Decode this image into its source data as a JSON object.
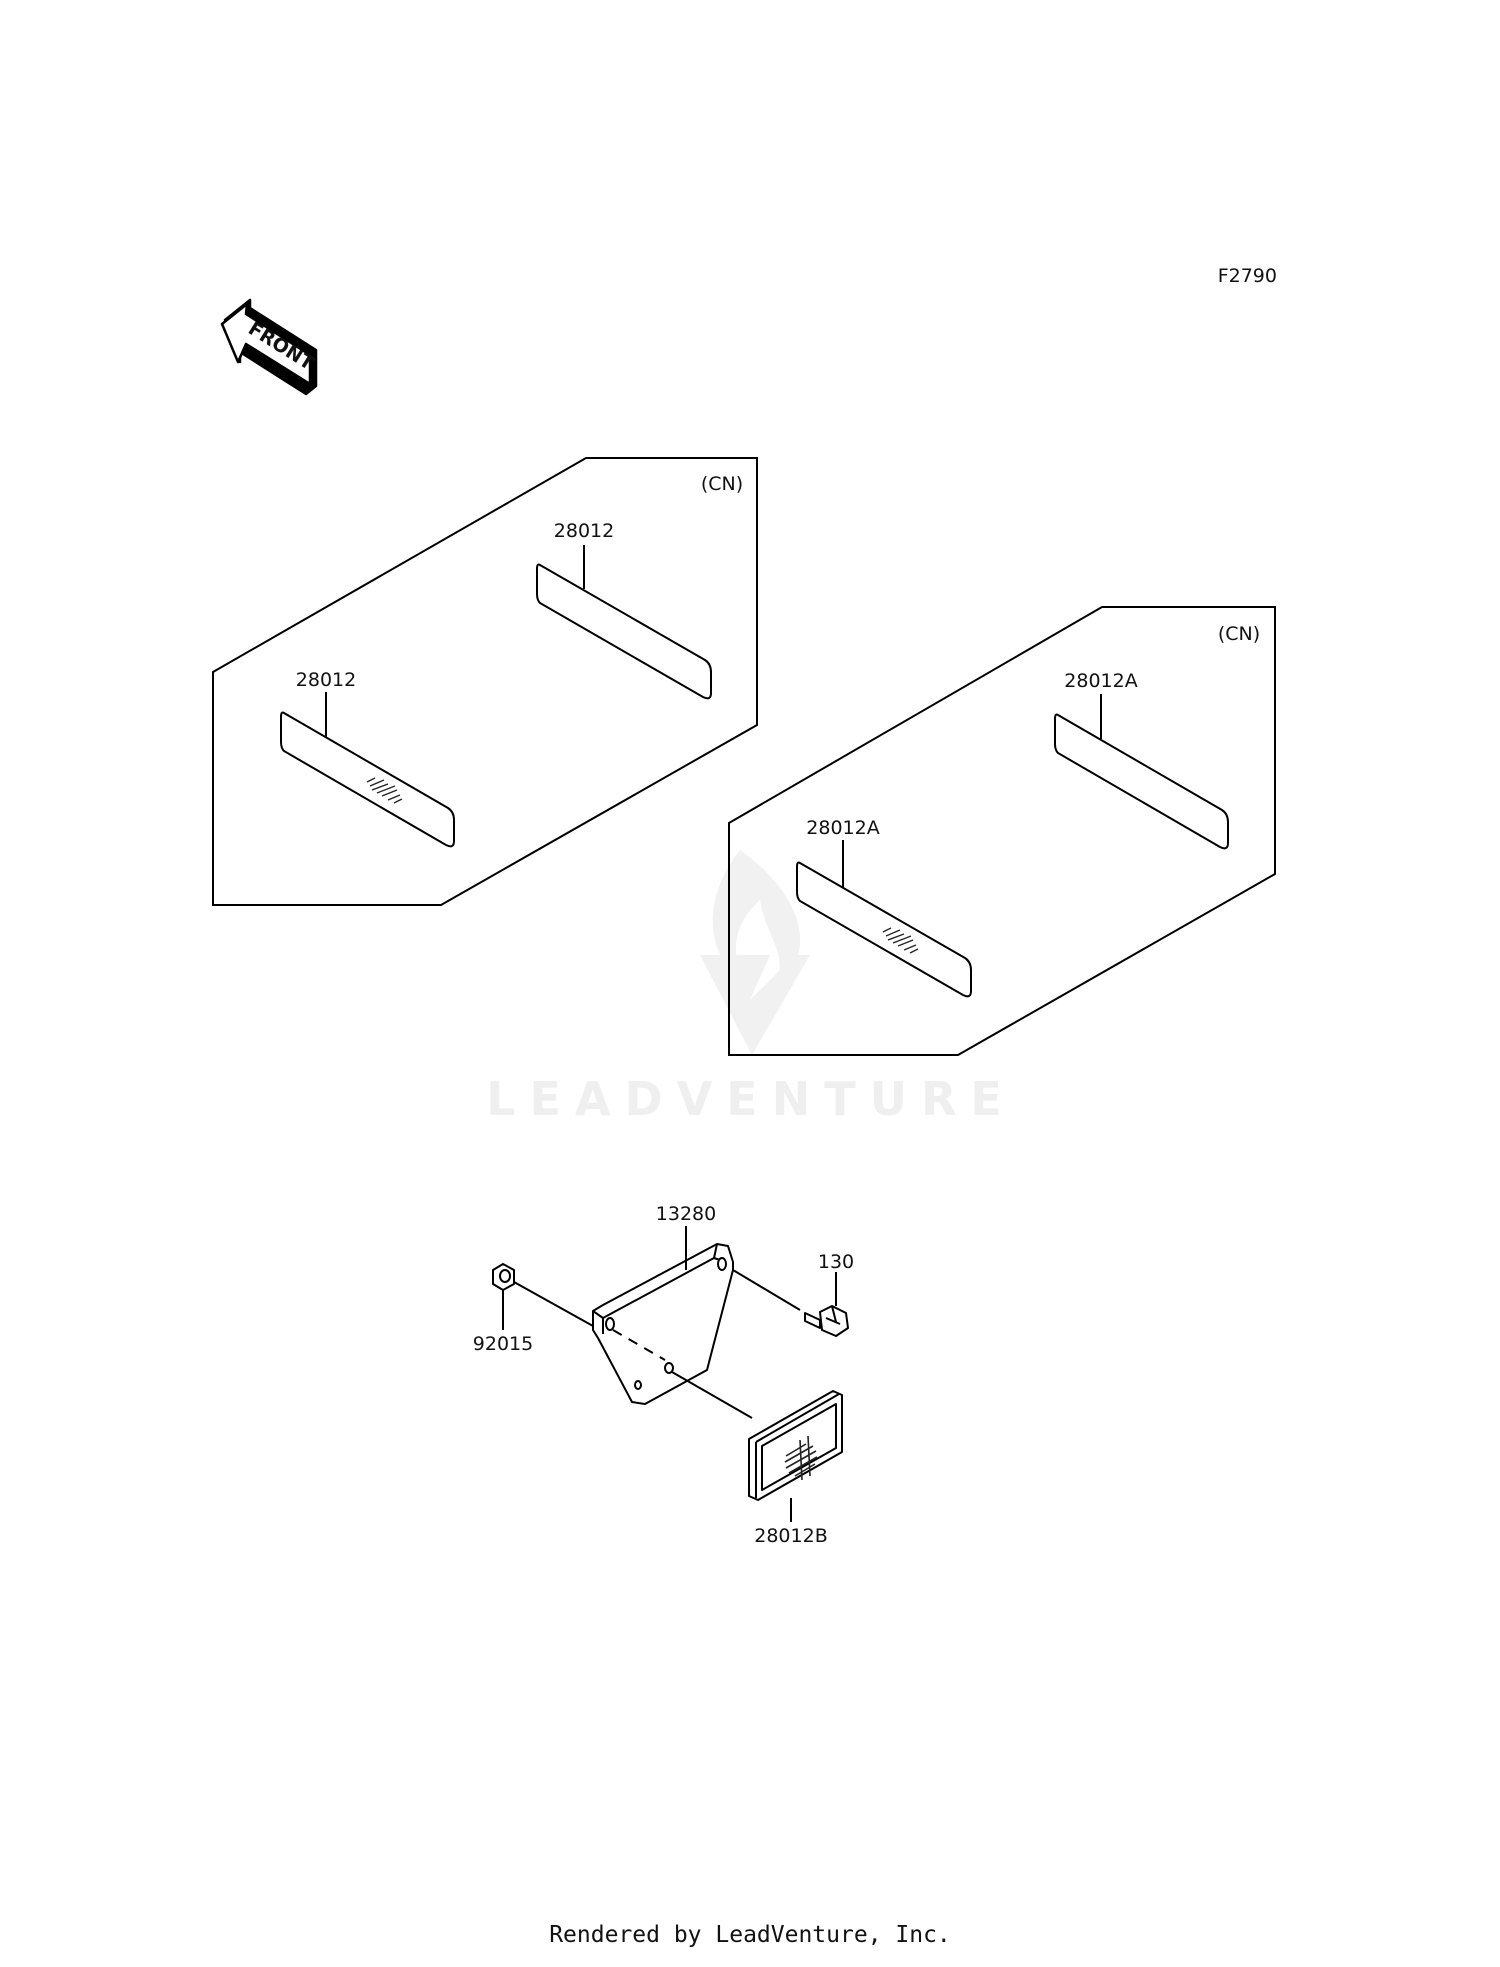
{
  "diagram_code": "F2790",
  "front_arrow_label": "FRONT",
  "watermark_text": "LEADVENTURE",
  "panels": [
    {
      "region": "(CN)",
      "parts": [
        {
          "number": "28012"
        },
        {
          "number": "28012"
        }
      ]
    },
    {
      "region": "(CN)",
      "parts": [
        {
          "number": "28012A"
        },
        {
          "number": "28012A"
        }
      ]
    }
  ],
  "assembly_parts": [
    {
      "number": "13280"
    },
    {
      "number": "130"
    },
    {
      "number": "92015"
    },
    {
      "number": "28012B"
    }
  ],
  "footer_text": "Rendered by LeadVenture, Inc."
}
